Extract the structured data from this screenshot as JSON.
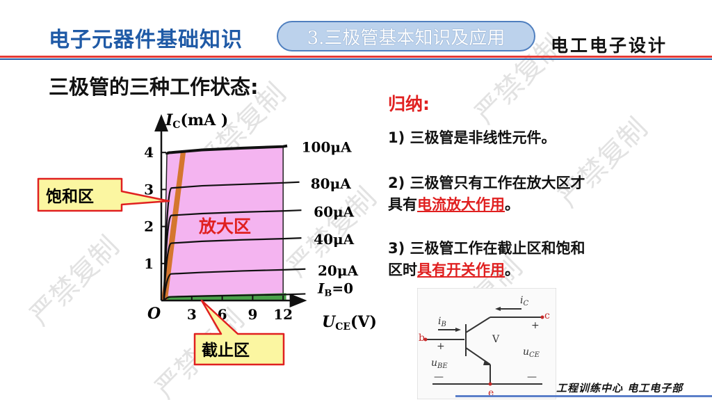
{
  "header": {
    "title": "电子元器件基础知识",
    "section_pill": "3.三极管基本知识及应用",
    "right_label": "电工电子设计"
  },
  "main_heading": "三极管的三种工作状态:",
  "summary": {
    "title": "归纳:",
    "point1": "1) 三极管是非线性元件。",
    "point2_pre": "2) 三极管只有工作在放大区才具有",
    "point2_hl": "电流放大作用",
    "point2_post": "。",
    "point3_pre": "3) 三极管工作在截止区和饱和区时",
    "point3_hl": "具有开关作用",
    "point3_post": "。"
  },
  "chart_data": {
    "type": "line",
    "title": "",
    "ylabel_main": "I",
    "ylabel_sub": "C",
    "ylabel_unit": "(mA )",
    "xlabel_main": "U",
    "xlabel_sub": "CE",
    "xlabel_unit": "(V)",
    "origin_label": "O",
    "x_ticks": [
      "3",
      "6",
      "9",
      "12"
    ],
    "y_ticks": [
      "1",
      "2",
      "3",
      "4"
    ],
    "xlim": [
      0,
      13.5
    ],
    "ylim": [
      0,
      4.8
    ],
    "series": [
      {
        "name": "100μA",
        "values": [
          4.0,
          4.07,
          4.12,
          4.16
        ]
      },
      {
        "name": "80μA",
        "values": [
          3.04,
          3.1,
          3.14,
          3.18
        ]
      },
      {
        "name": "60μA",
        "values": [
          2.3,
          2.35,
          2.39,
          2.42
        ]
      },
      {
        "name": "40μA",
        "values": [
          1.55,
          1.6,
          1.64,
          1.67
        ]
      },
      {
        "name": "20μA",
        "values": [
          0.72,
          0.76,
          0.8,
          0.83
        ]
      },
      {
        "name_main": "I",
        "name_sub": "B",
        "name_post": "=0",
        "values": [
          0.1,
          0.12,
          0.14,
          0.16
        ]
      }
    ],
    "series_x": [
      1,
      4,
      8,
      12
    ],
    "regions": {
      "saturation": "饱和区",
      "active": "放大区",
      "cutoff": "截止区"
    },
    "colors": {
      "active_fill": "#f4b4f0",
      "saturation_fill": "#d4762e",
      "cutoff_fill": "#4aa24a",
      "callout_fill": "#fbf6a1",
      "callout_border": "#e02020",
      "active_text": "#e02020"
    }
  },
  "circuit": {
    "ic_label": "i",
    "ic_sub": "C",
    "ib_label": "i",
    "ib_sub": "B",
    "c_terminal": "c",
    "b_terminal": "b",
    "e_terminal": "e",
    "transistor": "V",
    "plus_right": "+",
    "plus_left": "+",
    "minus_right": "—",
    "minus_left": "—",
    "uce_main": "u",
    "uce_sub": "CE",
    "ube_main": "u",
    "ube_sub": "BE"
  },
  "watermark": "严禁复制",
  "footer": "工程训练中心 电工电子部"
}
